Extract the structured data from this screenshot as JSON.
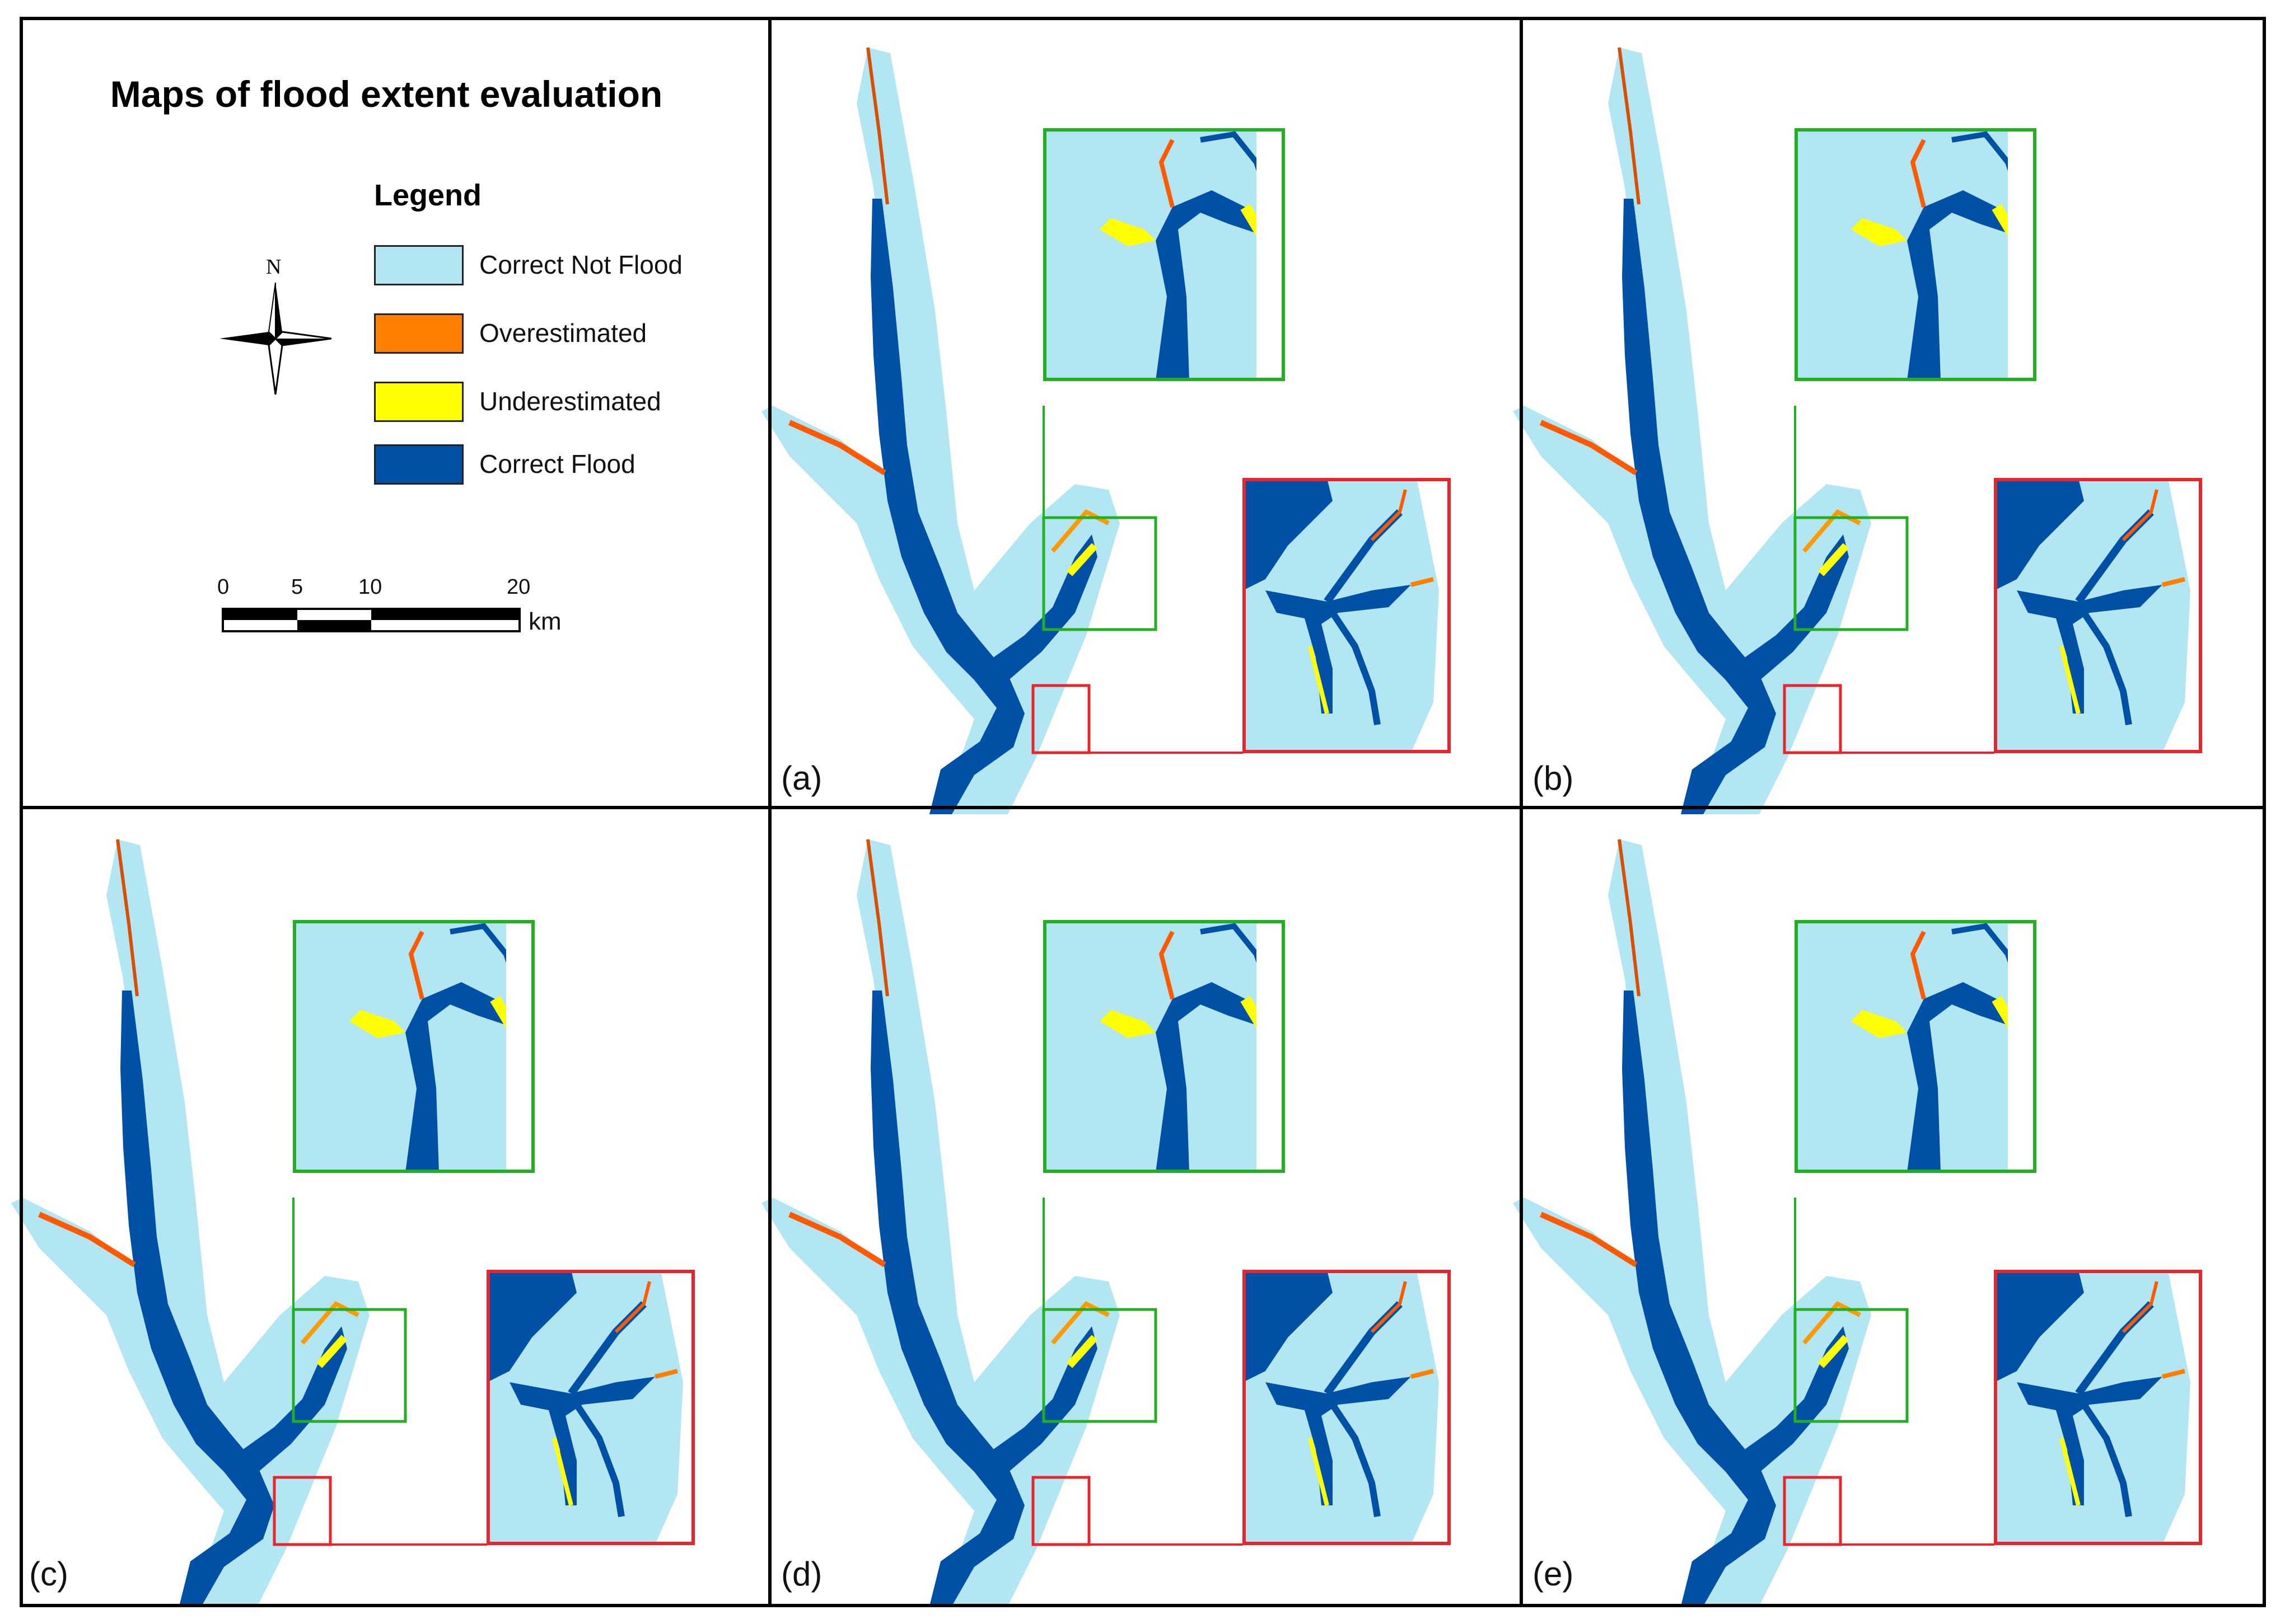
{
  "title": "Maps of flood extent evaluation",
  "legend": {
    "title": "Legend",
    "items": [
      {
        "label": "Correct Not Flood",
        "color": "#b2e6f3"
      },
      {
        "label": "Overestimated",
        "color": "#ff7f00"
      },
      {
        "label": "Underestimated",
        "color": "#ffff00"
      },
      {
        "label": "Correct Flood",
        "color": "#0050a6"
      }
    ]
  },
  "north_arrow": {
    "letter": "N"
  },
  "scale_bar": {
    "ticks": [
      "0",
      "5",
      "10",
      "20"
    ],
    "unit": "km"
  },
  "panels": [
    {
      "label": "(a)"
    },
    {
      "label": "(b)"
    },
    {
      "label": "(c)"
    },
    {
      "label": "(d)"
    },
    {
      "label": "(e)"
    }
  ],
  "colors": {
    "not_flood": "#b2e6f3",
    "over": "#ff7f00",
    "under": "#ffff00",
    "flood": "#0050a6",
    "inset_upper": "#22b022",
    "inset_lower": "#e8242c",
    "frame": "#000000"
  }
}
